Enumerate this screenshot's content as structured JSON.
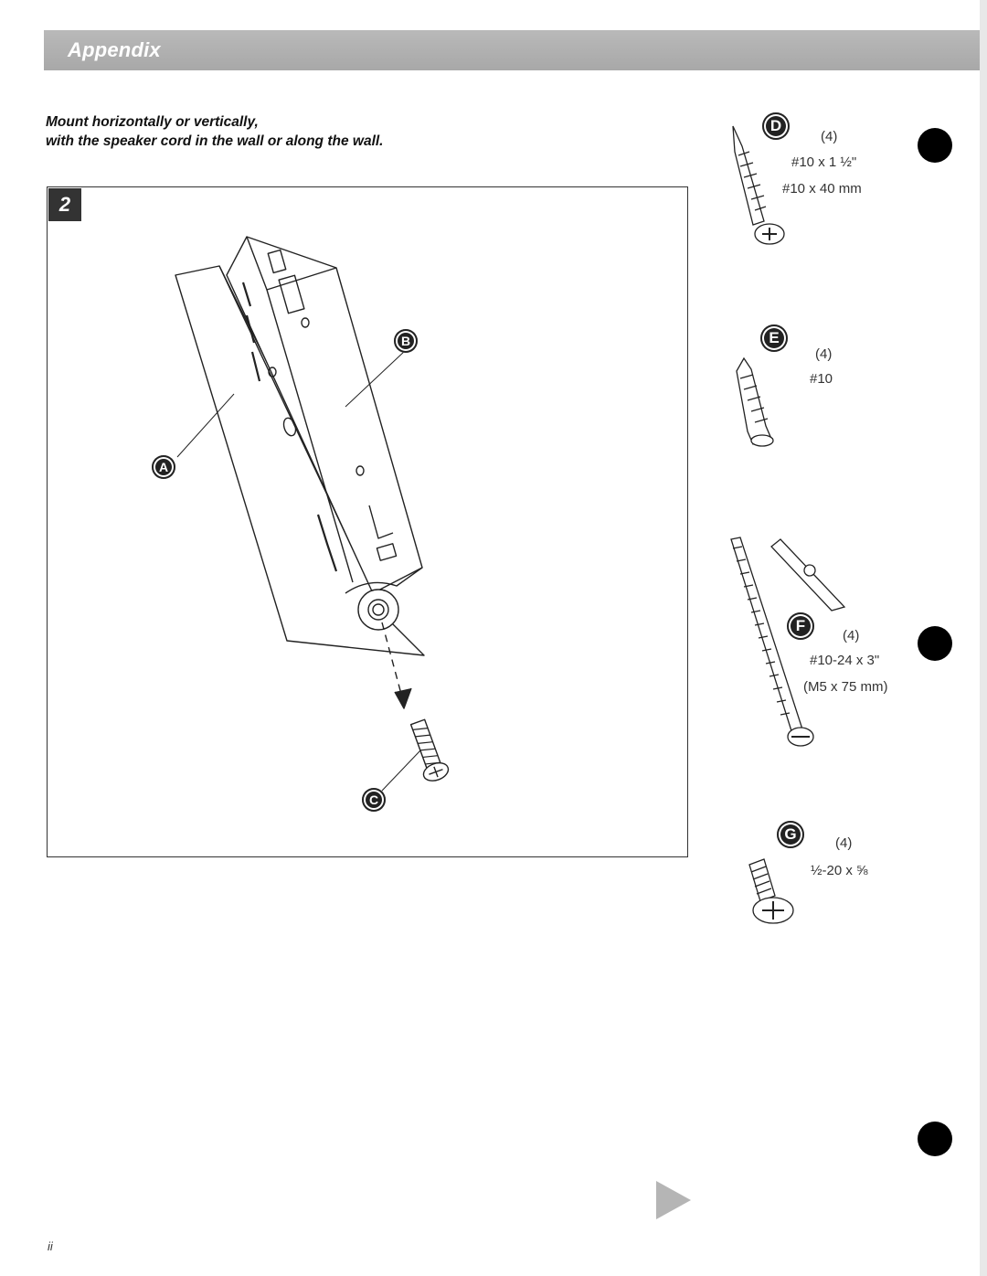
{
  "header": {
    "title": "Appendix"
  },
  "intro": {
    "line1": "Mount horizontally or vertically,",
    "line2": "with the speaker cord in the wall or along the wall."
  },
  "step": {
    "number": "2"
  },
  "callouts": {
    "a": "A",
    "b": "B",
    "c": "C"
  },
  "parts": [
    {
      "letter": "D",
      "qty": "(4)",
      "spec1": "#10 x 1 ½\"",
      "spec2": "#10 x 40 mm",
      "icon": "wood-screw-icon"
    },
    {
      "letter": "E",
      "qty": "(4)",
      "spec1": "#10",
      "icon": "wall-anchor-icon"
    },
    {
      "letter": "F",
      "qty": "(4)",
      "spec1": "#10-24 x 3\"",
      "spec2": "(M5 x 75 mm)",
      "icon": "toggle-bolt-icon"
    },
    {
      "letter": "G",
      "qty": "(4)",
      "spec1": "½-20 x ⅝",
      "icon": "machine-screw-icon"
    }
  ],
  "footer": {
    "page_number": "ii"
  }
}
